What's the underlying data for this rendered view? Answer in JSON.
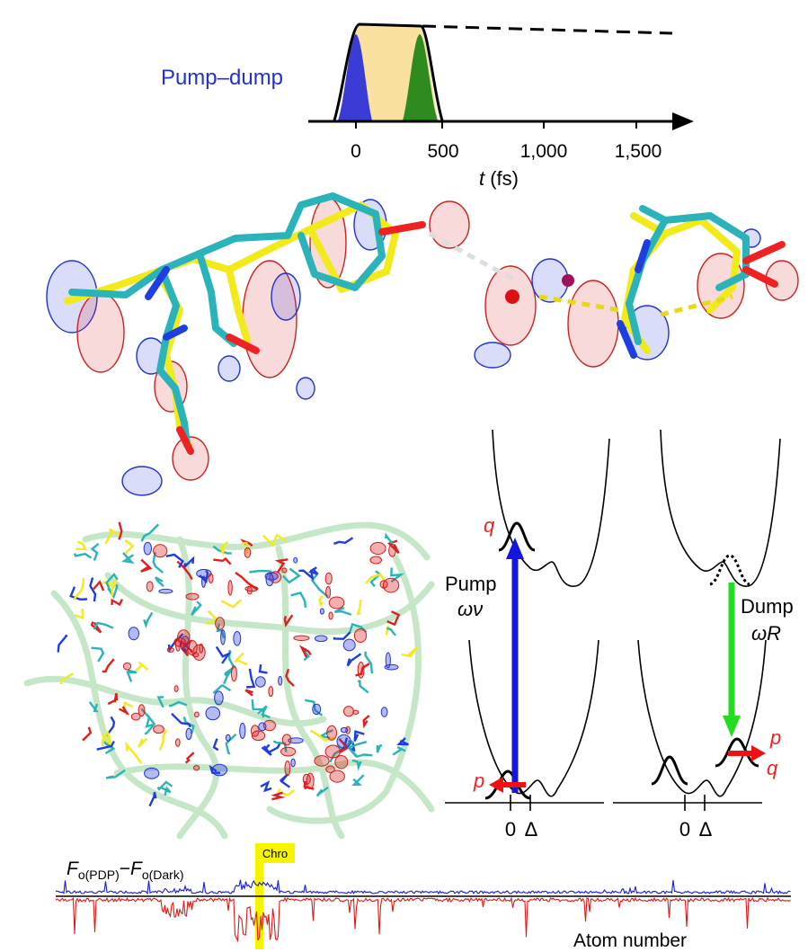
{
  "pulse_panel": {
    "label": "Pump–dump",
    "x_ticks": [
      "0",
      "500",
      "1,000",
      "1,500"
    ],
    "x_axis_var": "t",
    "x_axis_unit": "(fs)",
    "colors": {
      "pump": "#3b3bd6",
      "window": "#fbe1a0",
      "dump": "#2e8b1e",
      "label": "#2233cc"
    }
  },
  "energy_diagram": {
    "q_label": "q",
    "pump_label": "Pump",
    "pump_freq": "ων",
    "dump_label": "Dump",
    "dump_freq": "ωR",
    "p_label": "p",
    "q_label_right": "q",
    "p_label_right": "p",
    "axis_marks_left": [
      "0",
      "Δ"
    ],
    "axis_marks_right": [
      "0",
      "Δ"
    ],
    "colors": {
      "pump_arrow": "#1515e0",
      "dump_arrow": "#22dd22",
      "momentum_arrow": "#ee1111",
      "text_red": "#ee2222"
    }
  },
  "difference_plot": {
    "formula_F1": "F",
    "formula_sub1": "o(PDP)",
    "formula_minus": "−",
    "formula_F2": "F",
    "formula_sub2": "o(Dark)",
    "chro_label": "Chro",
    "x_label": "Atom number",
    "colors": {
      "positive": "#1a1ad8",
      "negative": "#e01818",
      "highlight": "#f5f500"
    }
  }
}
